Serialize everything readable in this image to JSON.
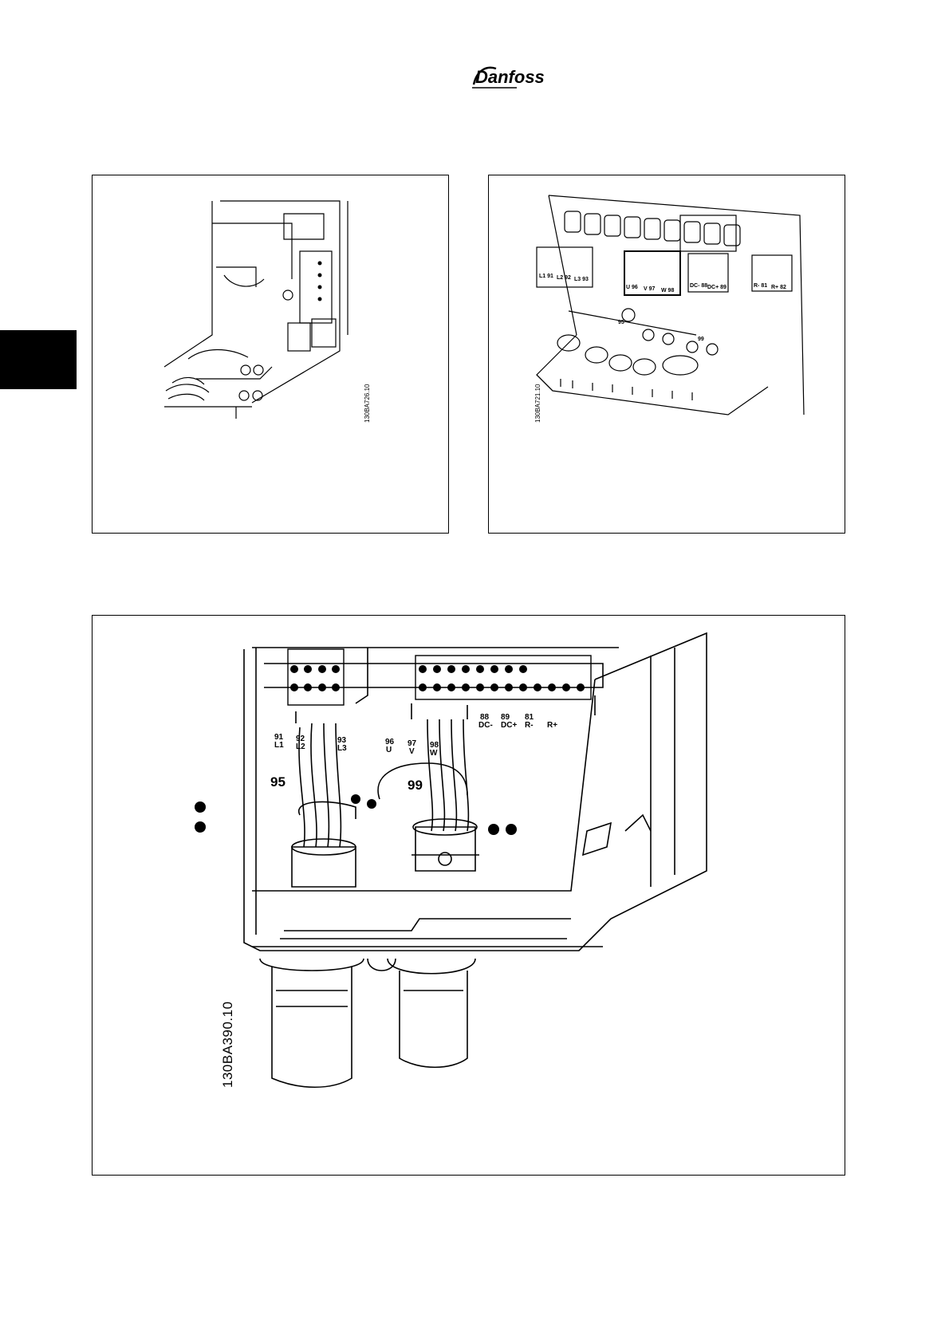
{
  "header": {
    "logo_text": "Danfoss"
  },
  "figures": [
    {
      "code": "130BA726.10"
    },
    {
      "code": "130BA721.10",
      "labels": [
        "L1 91",
        "L2 92",
        "L3 93",
        "U 96",
        "V 97",
        "W 98",
        "DC- 88",
        "DC+ 89",
        "R- 81",
        "R+ 82",
        "95",
        "99"
      ]
    },
    {
      "code": "130BA390.10",
      "labels": {
        "t88": "88",
        "dcm": "DC-",
        "t89": "89",
        "dcp": "DC+",
        "t81": "81",
        "rm": "R-",
        "rp": "R+",
        "t91": "91",
        "l1": "L1",
        "t92": "92",
        "l2": "L2",
        "t93": "93",
        "l3": "L3",
        "t96": "96",
        "u": "U",
        "t97": "97",
        "v": "V",
        "t98": "98",
        "w": "W",
        "ground_a": "95",
        "ground_b": "99"
      }
    }
  ]
}
